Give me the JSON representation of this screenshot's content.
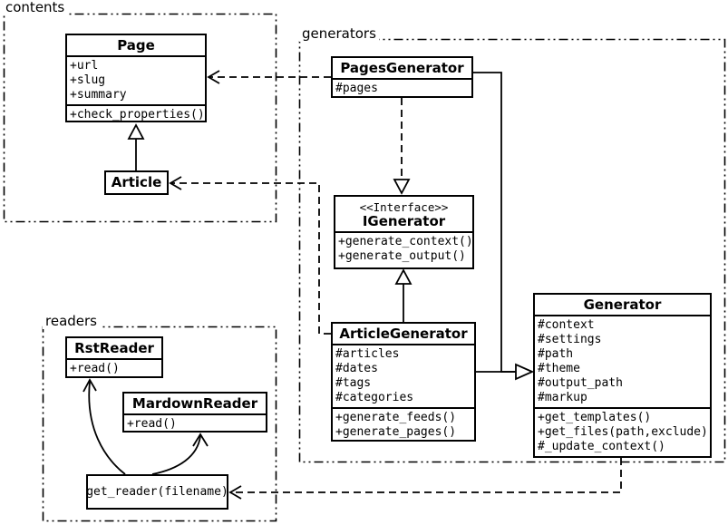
{
  "colors": {
    "line": "#000000",
    "background": "#ffffff"
  },
  "packages": {
    "contents": {
      "label": "contents"
    },
    "generators": {
      "label": "generators"
    },
    "readers": {
      "label": "readers"
    }
  },
  "classes": {
    "page": {
      "name": "Page",
      "attrs": [
        "+url",
        "+slug",
        "+summary"
      ],
      "methods": [
        "+check_properties()"
      ]
    },
    "article": {
      "name": "Article"
    },
    "pages_generator": {
      "name": "PagesGenerator",
      "attrs": [
        "#pages"
      ]
    },
    "igenerator": {
      "stereotype": "<<Interface>>",
      "name": "IGenerator",
      "methods": [
        "+generate_context()",
        "+generate_output()"
      ]
    },
    "article_generator": {
      "name": "ArticleGenerator",
      "attrs": [
        "#articles",
        "#dates",
        "#tags",
        "#categories"
      ],
      "methods": [
        "+generate_feeds()",
        "+generate_pages()"
      ]
    },
    "generator": {
      "name": "Generator",
      "attrs": [
        "#context",
        "#settings",
        "#path",
        "#theme",
        "#output_path",
        "#markup"
      ],
      "methods": [
        "+get_templates()",
        "+get_files(path,exclude)",
        "#_update_context()"
      ]
    },
    "rst_reader": {
      "name": "RstReader",
      "methods": [
        "+read()"
      ]
    },
    "markdown_reader": {
      "name": "MardownReader",
      "methods": [
        "+read()"
      ]
    },
    "get_reader": {
      "name": "get_reader(filename)"
    }
  }
}
